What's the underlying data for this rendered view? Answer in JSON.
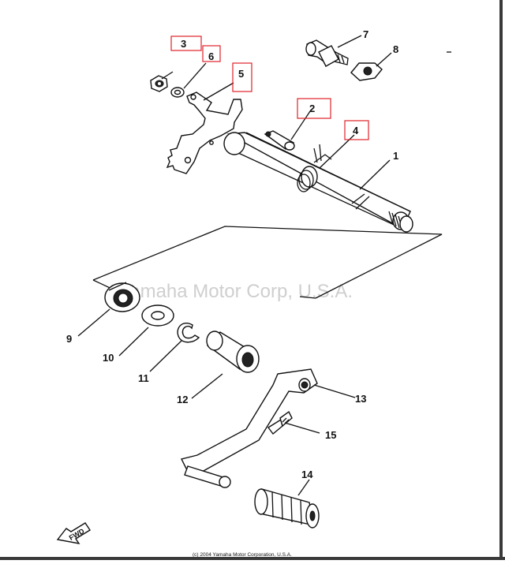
{
  "diagram": {
    "callouts": [
      {
        "id": "3",
        "label": "3",
        "highlighted": true
      },
      {
        "id": "6",
        "label": "6",
        "highlighted": true
      },
      {
        "id": "5",
        "label": "5",
        "highlighted": true
      },
      {
        "id": "2",
        "label": "2",
        "highlighted": true
      },
      {
        "id": "4",
        "label": "4",
        "highlighted": true
      },
      {
        "id": "7",
        "label": "7",
        "highlighted": false
      },
      {
        "id": "8",
        "label": "8",
        "highlighted": false
      },
      {
        "id": "1",
        "label": "1",
        "highlighted": false
      },
      {
        "id": "9",
        "label": "9",
        "highlighted": false
      },
      {
        "id": "10",
        "label": "10",
        "highlighted": false
      },
      {
        "id": "11",
        "label": "11",
        "highlighted": false
      },
      {
        "id": "12",
        "label": "12",
        "highlighted": false
      },
      {
        "id": "13",
        "label": "13",
        "highlighted": false
      },
      {
        "id": "14",
        "label": "14",
        "highlighted": false
      },
      {
        "id": "15",
        "label": "15",
        "highlighted": false
      }
    ],
    "watermark": "Yamaha Motor Corp, U.S.A.",
    "copyright": "(c) 2004 Yamaha Motor Corporation, U.S.A.",
    "fwd_label": "FWD",
    "highlight_color": "#e0222a"
  }
}
